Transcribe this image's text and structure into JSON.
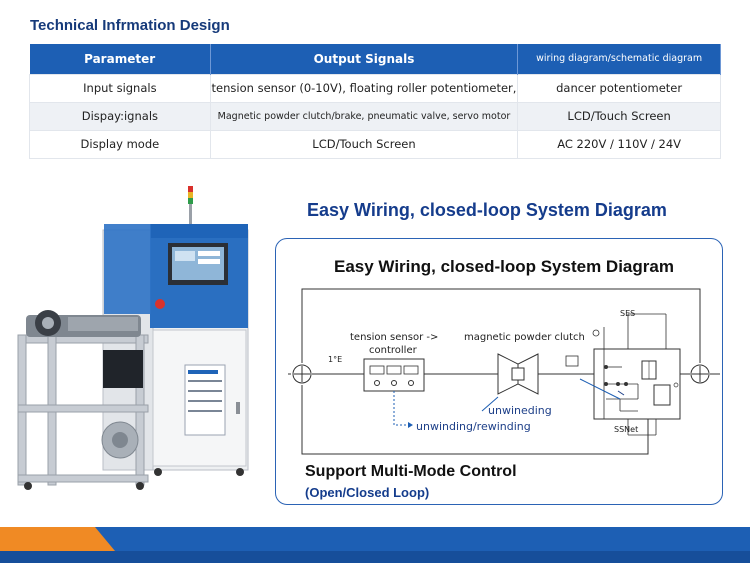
{
  "page": {
    "title": "Technical Infrmation Design",
    "headline": "Easy Wiring, closed-loop System Diagram"
  },
  "spec_table": {
    "headers": [
      "Parameter",
      "Output Signals",
      "wiring diagram/schematic diagram"
    ],
    "rows": [
      [
        "Input signals",
        "tension sensor (0-10V), floating roller potentiometer,",
        "dancer potentiometer"
      ],
      [
        "Dispay:ignals",
        "Magnetic powder clutch/brake, pneumatic valve, servo motor",
        "LCD/Touch Screen"
      ],
      [
        "Display mode",
        "LCD/Touch Screen",
        "AC 220V / 110V / 24V"
      ]
    ]
  },
  "diagram": {
    "title": "Easy Wiring, closed-loop System Diagram",
    "labels": {
      "sensor_line1": "tension sensor ->",
      "sensor_line2": "controller",
      "clutch": "magnetic powder clutch",
      "unwinding": "unwineding",
      "unwinding_rewinding": "unwinding/rewinding",
      "signal_left": "1°E",
      "block_top": "SES",
      "block_bottom": "SSNet"
    },
    "mode_title": "Support Multi-Mode Control",
    "mode_subtitle": "(Open/Closed Loop)"
  },
  "colors": {
    "brand_blue": "#1d5fb4",
    "title_blue": "#153c8c",
    "footer_orange": "#f08a24",
    "footer_blue": "#1d5fb4"
  }
}
